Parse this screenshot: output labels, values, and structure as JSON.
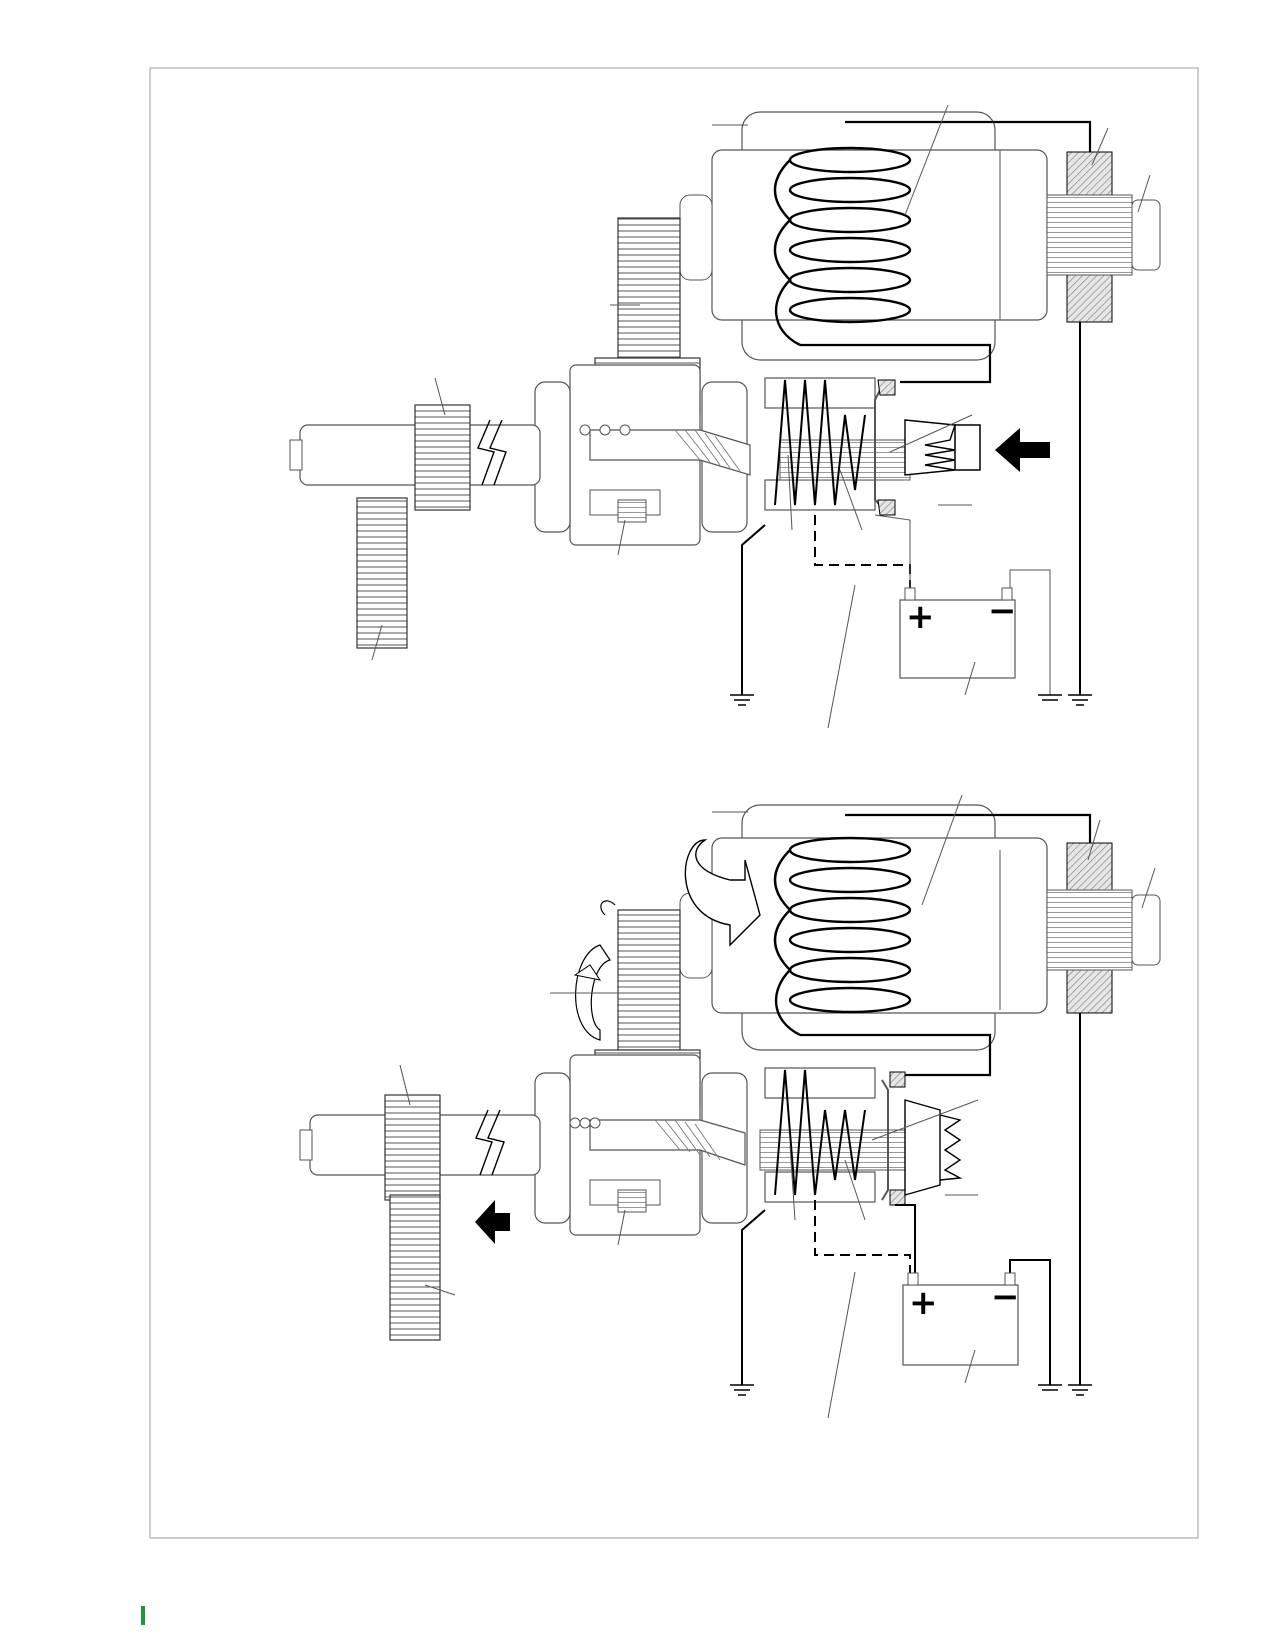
{
  "diagram": {
    "panels": [
      {
        "state": "rest",
        "arrow_direction": "left"
      },
      {
        "state": "engaged",
        "arrow_direction": "left"
      }
    ],
    "battery": {
      "positive_symbol": "+",
      "negative_symbol": "−"
    }
  },
  "colors": {
    "frame_border": "#bdbdbd",
    "line": "#000000",
    "thin_line": "#555555",
    "hatch": "#8a8a8a",
    "accent": "#1a9a3e"
  }
}
